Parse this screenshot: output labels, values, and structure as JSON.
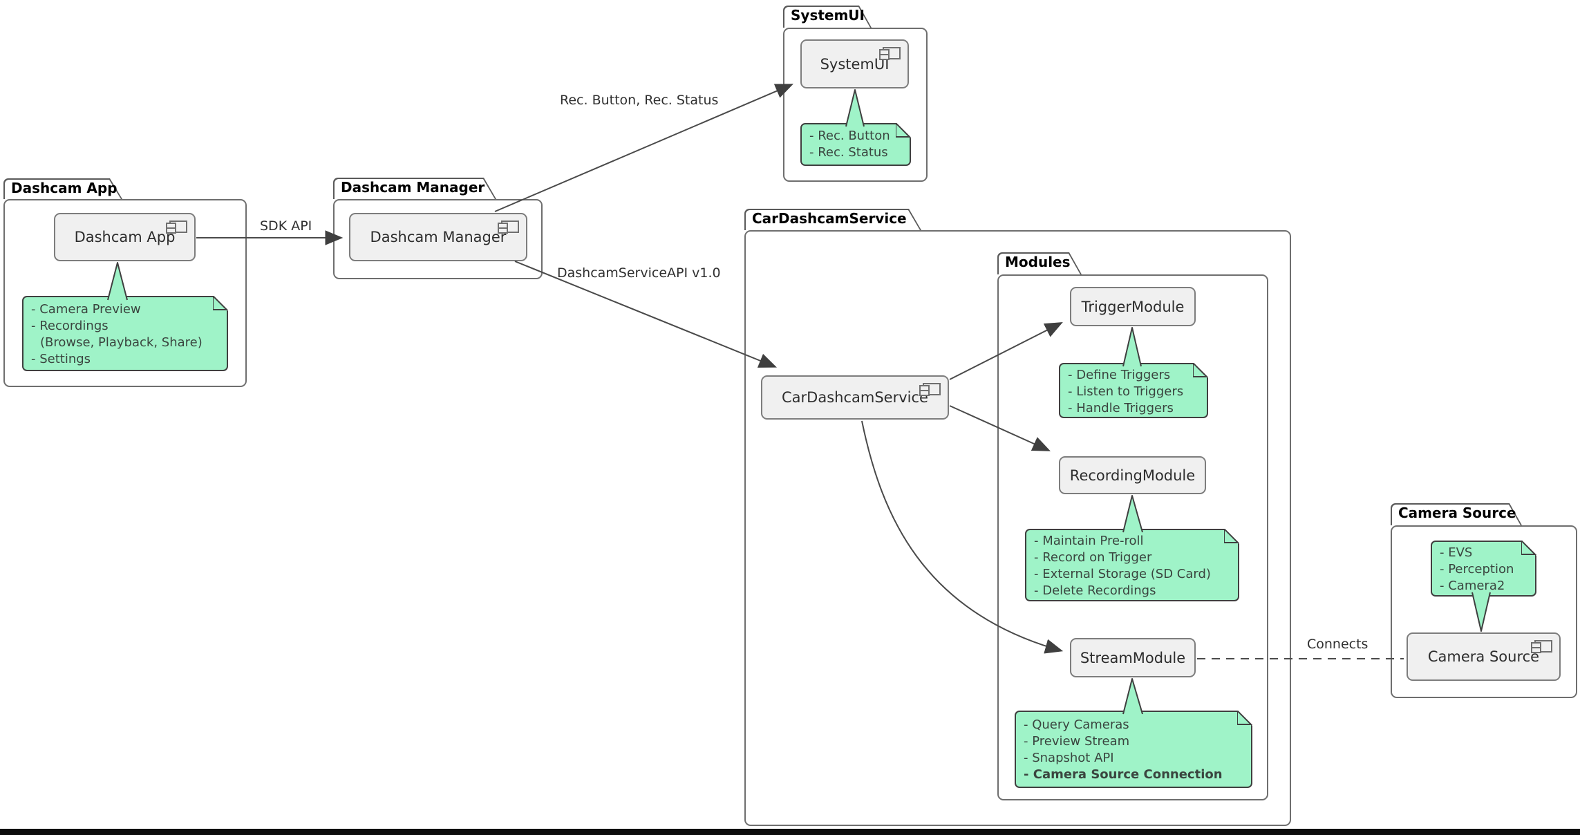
{
  "packages": {
    "dashcam_app": {
      "title": "Dashcam App",
      "component": "Dashcam App"
    },
    "dashcam_manager": {
      "title": "Dashcam Manager",
      "component": "Dashcam Manager"
    },
    "systemui": {
      "title": "SystemUI",
      "component": "SystemUI"
    },
    "car_dashcam_service": {
      "title": "CarDashcamService",
      "component": "CarDashcamService"
    },
    "modules": {
      "title": "Modules",
      "trigger": "TriggerModule",
      "recording": "RecordingModule",
      "stream": "StreamModule"
    },
    "camera_source": {
      "title": "Camera Source",
      "component": "Camera Source"
    }
  },
  "notes": {
    "dashcam_app": {
      "lines": [
        "- Camera Preview",
        "- Recordings",
        "(Browse, Playback, Share)",
        "- Settings"
      ]
    },
    "systemui": {
      "lines": [
        "- Rec. Button",
        "- Rec. Status"
      ]
    },
    "trigger": {
      "lines": [
        "- Define Triggers",
        "- Listen to Triggers",
        "- Handle Triggers"
      ]
    },
    "recording": {
      "lines": [
        "- Maintain Pre-roll",
        "- Record on Trigger",
        "- External Storage (SD Card)",
        "- Delete Recordings"
      ]
    },
    "stream": {
      "lines": [
        "- Query Cameras",
        "- Preview Stream",
        "- Snapshot API",
        "- Camera Source Connection"
      ]
    },
    "camera_source": {
      "lines": [
        "- EVS",
        "- Perception",
        "- Camera2"
      ]
    }
  },
  "edge_labels": {
    "sdk_api": "SDK API",
    "rec_button_status": "Rec. Button, Rec. Status",
    "dashcam_service_api": "DashcamServiceAPI v1.0",
    "connects": "Connects"
  },
  "colors": {
    "note_fill": "#9FF3C8",
    "note_border": "#3F3F3F",
    "component_fill": "#F0F0F0",
    "component_border": "#7D7D7D",
    "package_border": "#6E6E6E",
    "line": "#4A4A4A",
    "bottom_bar": "#0D0D0D"
  }
}
